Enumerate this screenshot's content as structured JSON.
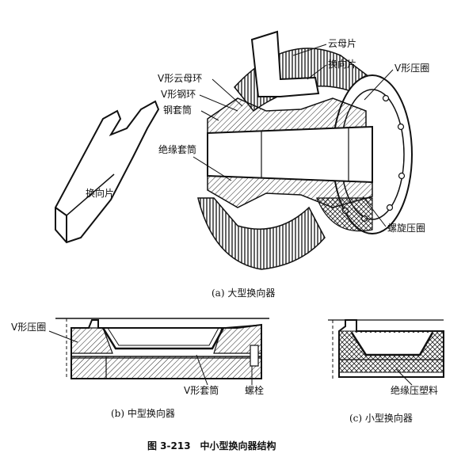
{
  "figure": {
    "title": "图 3-213　中小型换向器结构"
  },
  "panel_a": {
    "caption": "(a) 大型换向器",
    "labels": {
      "mica_sheet": "云母片",
      "commutator_segment_top": "换向片",
      "v_press_ring": "V形压圈",
      "v_mica_ring": "V形云母环",
      "v_steel_ring": "V形钢环",
      "steel_sleeve": "钢套筒",
      "insulating_sleeve": "绝缘套筒",
      "commutator_segment_left": "换向片",
      "spiral_press_ring": "螺旋压圈"
    }
  },
  "panel_b": {
    "caption": "(b) 中型换向器",
    "labels": {
      "v_press_ring": "V形压圈",
      "v_sleeve": "V形套筒",
      "bolt": "螺栓"
    }
  },
  "panel_c": {
    "caption": "(c) 小型换向器",
    "labels": {
      "insulating_molding": "绝缘压塑料"
    }
  }
}
